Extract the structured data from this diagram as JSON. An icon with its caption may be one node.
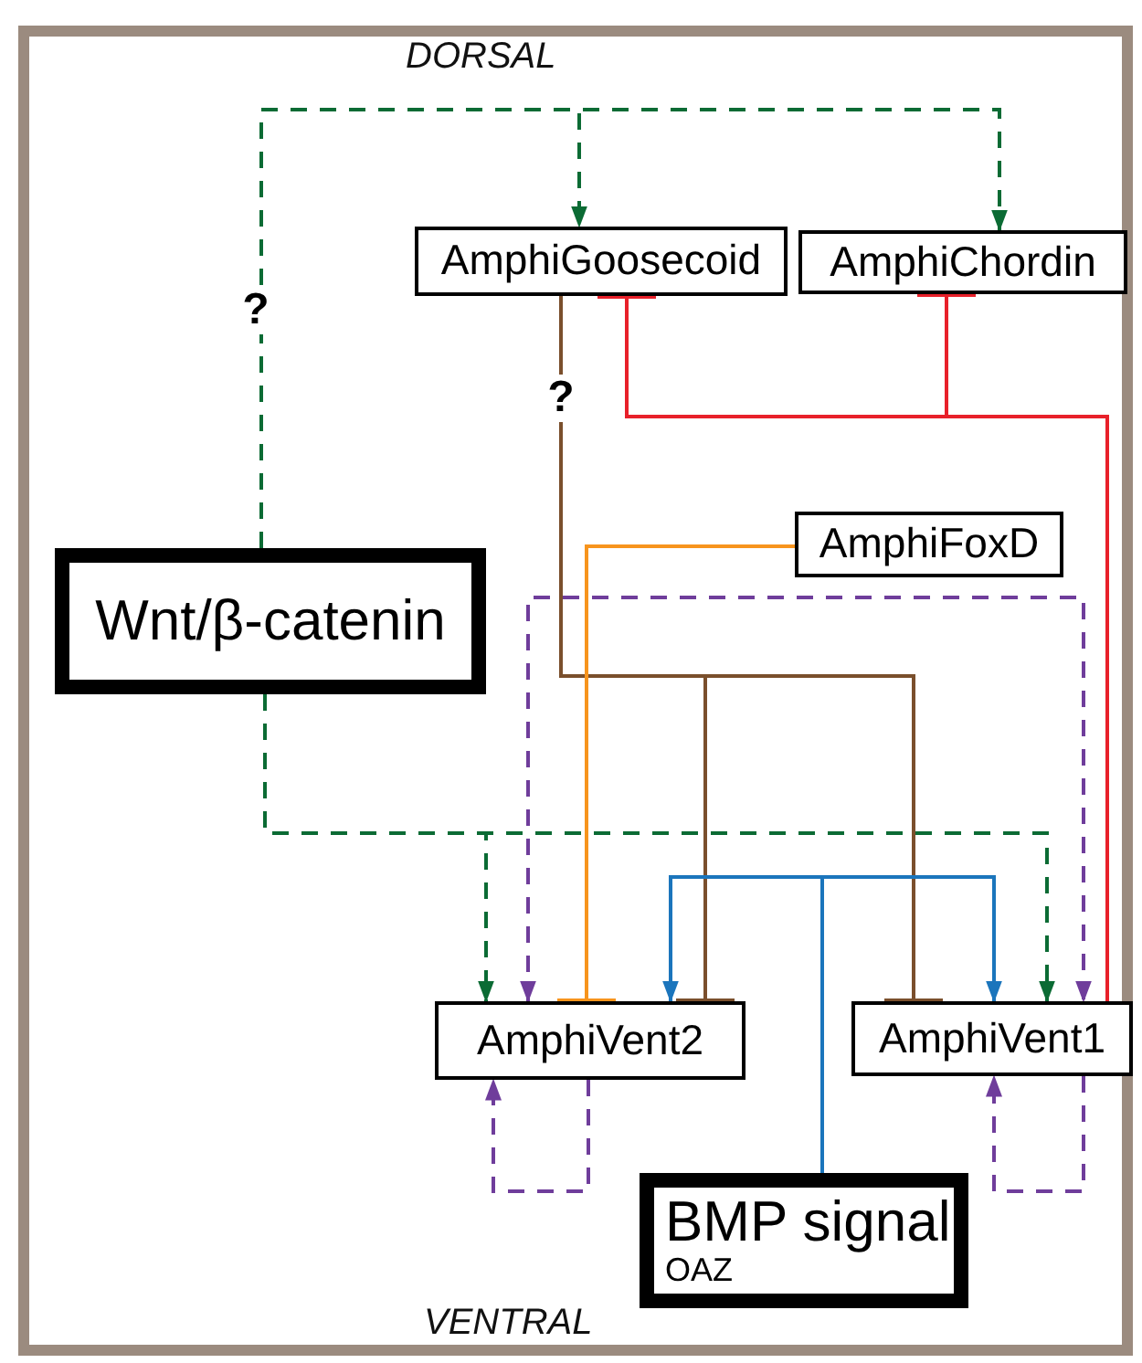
{
  "diagram": {
    "nodes": [
      {
        "text": [
          "AmphiGoosecoid"
        ]
      },
      {
        "text": [
          "AmphiChordin"
        ]
      },
      {
        "text": [
          "Wnt/β-catenin"
        ]
      },
      {
        "text": [
          "AmphiFoxD"
        ]
      },
      {
        "text": [
          "AmphiVent2"
        ]
      },
      {
        "text": [
          "AmphiVent1"
        ]
      },
      {
        "text": [
          "BMP signal",
          "OAZ"
        ]
      }
    ],
    "edges": [
      {
        "from": 2,
        "to": 0,
        "arrow": "to",
        "style": "dashed",
        "color": "#0b6b34",
        "label": "?"
      },
      {
        "from": 2,
        "to": 1,
        "arrow": "to",
        "style": "dashed",
        "color": "#0b6b34"
      },
      {
        "from": 2,
        "to": 4,
        "arrow": "to",
        "style": "dashed",
        "color": "#0b6b34"
      },
      {
        "from": 2,
        "to": 5,
        "arrow": "to",
        "style": "dashed",
        "color": "#0b6b34"
      },
      {
        "from": 5,
        "to": 0,
        "arrow": "other",
        "color": "#e8202a"
      },
      {
        "from": 5,
        "to": 1,
        "arrow": "other",
        "color": "#e8202a"
      },
      {
        "from": 0,
        "to": 4,
        "arrow": "other",
        "color": "#7a4f2c",
        "label": "?"
      },
      {
        "from": 0,
        "to": 5,
        "arrow": "other",
        "color": "#7a4f2c"
      },
      {
        "from": 3,
        "to": 4,
        "arrow": "other",
        "color": "#f7941d"
      },
      {
        "from": 4,
        "to": 5,
        "arrow": "both",
        "style": "dashed",
        "color": "#6f3d9b"
      },
      {
        "from": 4,
        "to": 4,
        "arrow": "to",
        "style": "dashed",
        "color": "#6f3d9b"
      },
      {
        "from": 5,
        "to": 5,
        "arrow": "to",
        "style": "dashed",
        "color": "#6f3d9b"
      },
      {
        "from": 6,
        "to": 4,
        "arrow": "to",
        "color": "#1b75bc"
      },
      {
        "from": 6,
        "to": 5,
        "arrow": "to",
        "color": "#1b75bc"
      }
    ],
    "labels": [
      "DORSAL",
      "VENTRAL"
    ]
  }
}
